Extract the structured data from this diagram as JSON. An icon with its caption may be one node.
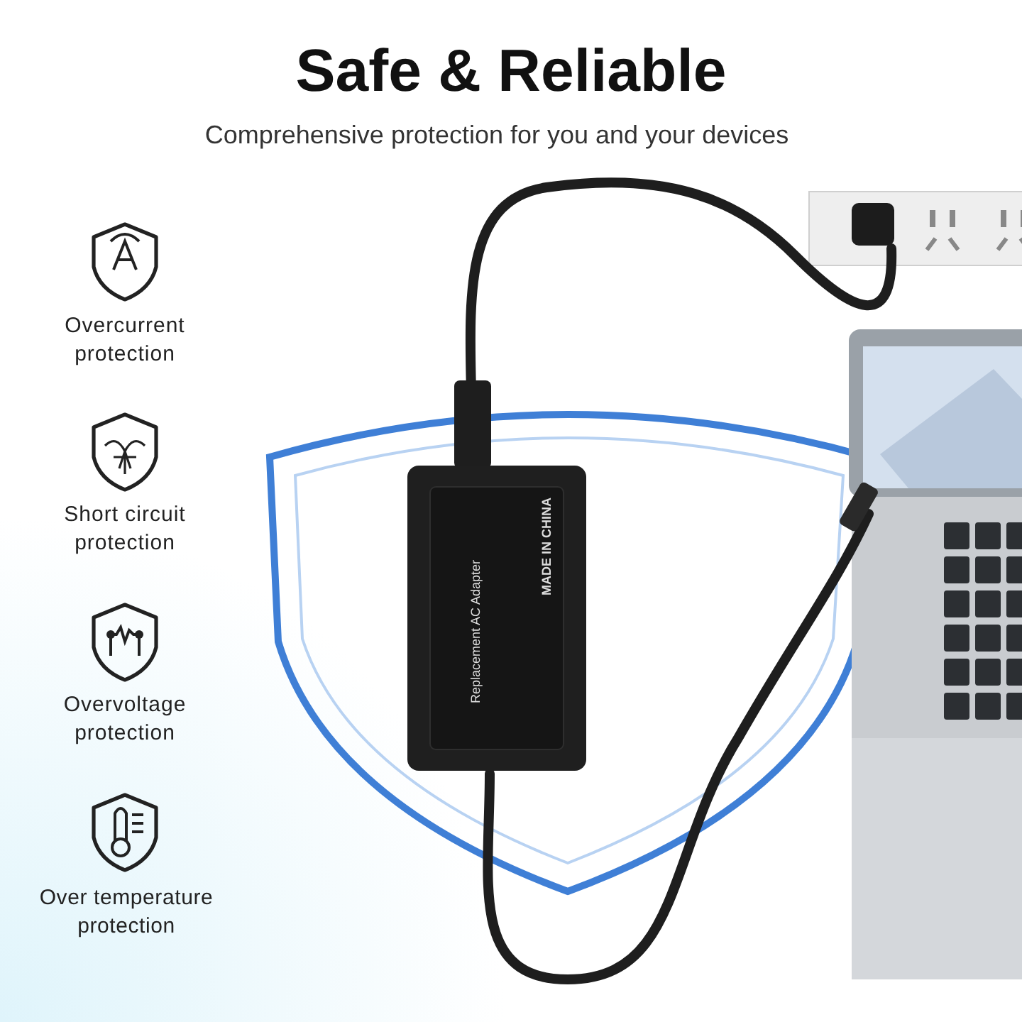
{
  "diagram": {
    "title": "Safe & Reliable",
    "caption": "Comprehensive protection for you and your devices",
    "labels": [
      "Overcurrent protection",
      "Short circuit protection",
      "Overvoltage protection",
      "Over temperature protection",
      "Replacement AC Adapter",
      "MADE IN CHINA"
    ]
  }
}
